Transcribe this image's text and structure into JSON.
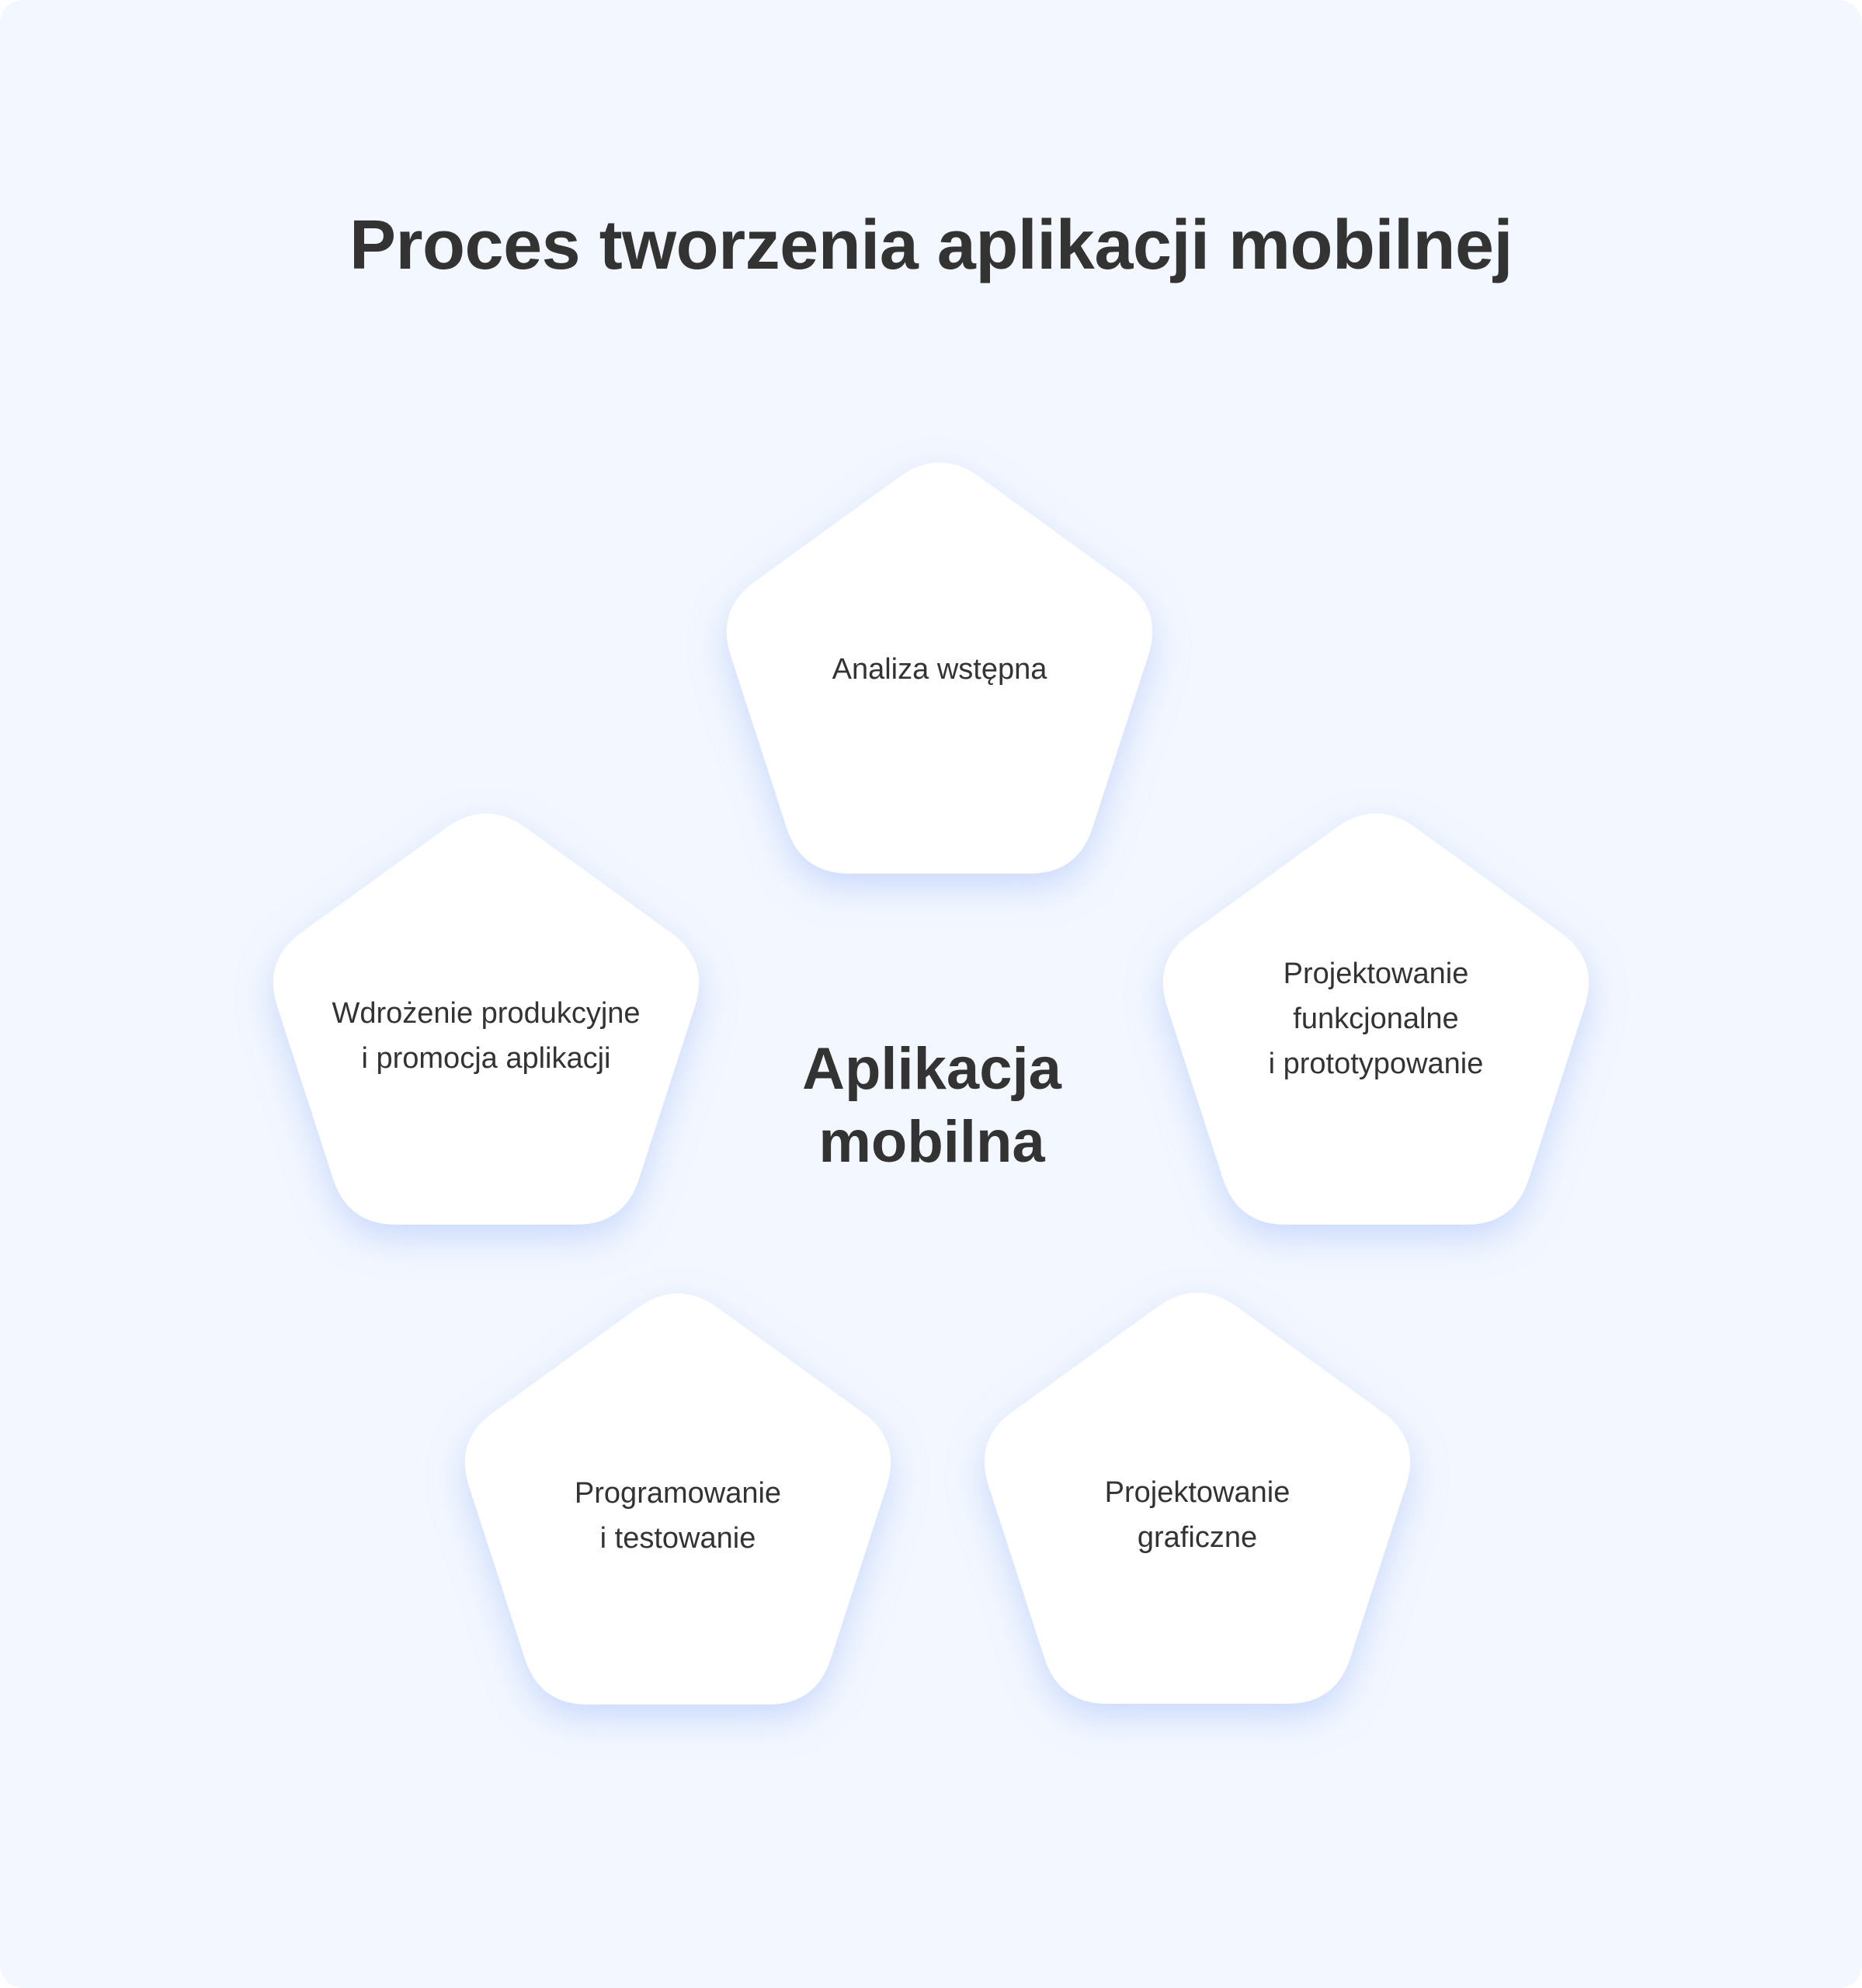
{
  "title": "Proces tworzenia aplikacji mobilnej",
  "center": {
    "label": "Aplikacja\nmobilna"
  },
  "steps": [
    {
      "label": "Analiza wstępna"
    },
    {
      "label": "Projektowanie\nfunkcjonalne\ni prototypowanie"
    },
    {
      "label": "Projektowanie\ngraficzne"
    },
    {
      "label": "Programowanie\ni testowanie"
    },
    {
      "label": "Wdrożenie produkcyjne\ni promocja aplikacji"
    }
  ],
  "colors": {
    "background": "#f3f7ff",
    "shape_fill": "#ffffff",
    "text": "#333333",
    "shadow": "#aac3fa"
  }
}
